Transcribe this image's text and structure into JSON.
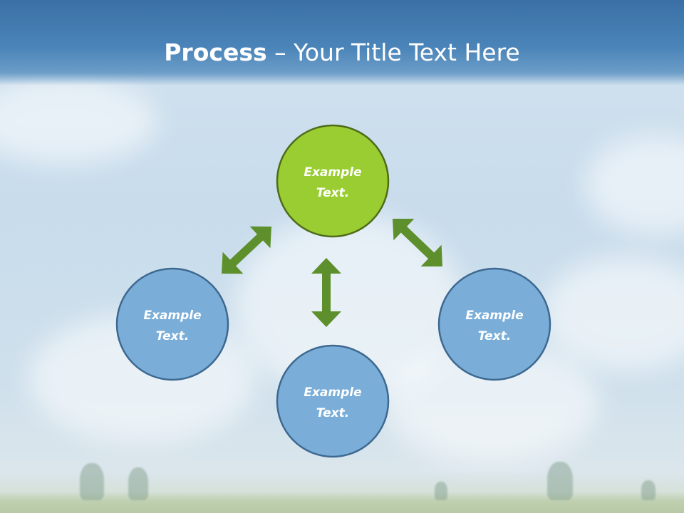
{
  "slide": {
    "title_bold": "Process",
    "title_rest": " – Your Title Text Here"
  },
  "diagram": {
    "nodes": [
      {
        "id": "top",
        "line1": "Example",
        "line2": "Text.",
        "color": "#9acd32",
        "stroke": "#4e6b1a"
      },
      {
        "id": "left",
        "line1": "Example",
        "line2": "Text.",
        "color": "#7aaed8",
        "stroke": "#3d6890"
      },
      {
        "id": "right",
        "line1": "Example",
        "line2": "Text.",
        "color": "#7aaed8",
        "stroke": "#3d6890"
      },
      {
        "id": "bottom",
        "line1": "Example",
        "line2": "Text.",
        "color": "#7aaed8",
        "stroke": "#3d6890"
      }
    ],
    "arrow_color": "#5d8f2c",
    "arrows": [
      {
        "name": "arrow-top-left",
        "from": "top",
        "to": "left"
      },
      {
        "name": "arrow-top-right",
        "from": "top",
        "to": "right"
      },
      {
        "name": "arrow-top-bottom",
        "from": "top",
        "to": "bottom"
      }
    ]
  }
}
